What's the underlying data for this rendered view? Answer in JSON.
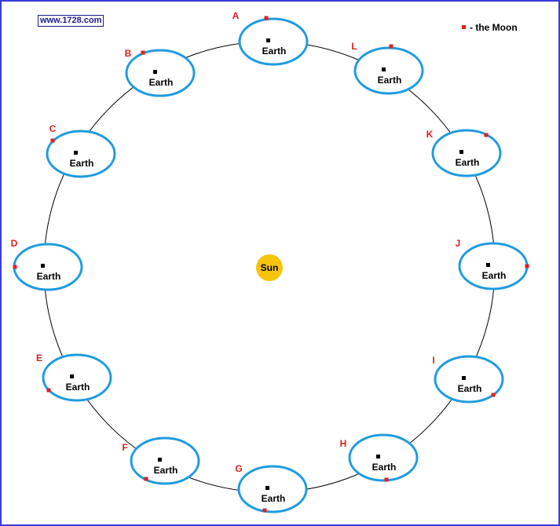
{
  "logo": {
    "text": "www.1728.com"
  },
  "legend": {
    "text": "- the Moon"
  },
  "colors": {
    "orbit_ring": "#1e9be0",
    "moon": "#e02020",
    "sun": "#f6c40c",
    "letter": "#d92020",
    "frame": "#3b3bdc",
    "path": "#000000"
  },
  "sun": {
    "label": "Sun"
  },
  "positions": [
    {
      "letter": "A",
      "earth_label": "Earth"
    },
    {
      "letter": "B",
      "earth_label": "Earth"
    },
    {
      "letter": "C",
      "earth_label": "Earth"
    },
    {
      "letter": "D",
      "earth_label": "Earth"
    },
    {
      "letter": "E",
      "earth_label": "Earth"
    },
    {
      "letter": "F",
      "earth_label": "Earth"
    },
    {
      "letter": "G",
      "earth_label": "Earth"
    },
    {
      "letter": "H",
      "earth_label": "Earth"
    },
    {
      "letter": "I",
      "earth_label": "Earth"
    },
    {
      "letter": "J",
      "earth_label": "Earth"
    },
    {
      "letter": "K",
      "earth_label": "Earth"
    },
    {
      "letter": "L",
      "earth_label": "Earth"
    }
  ]
}
